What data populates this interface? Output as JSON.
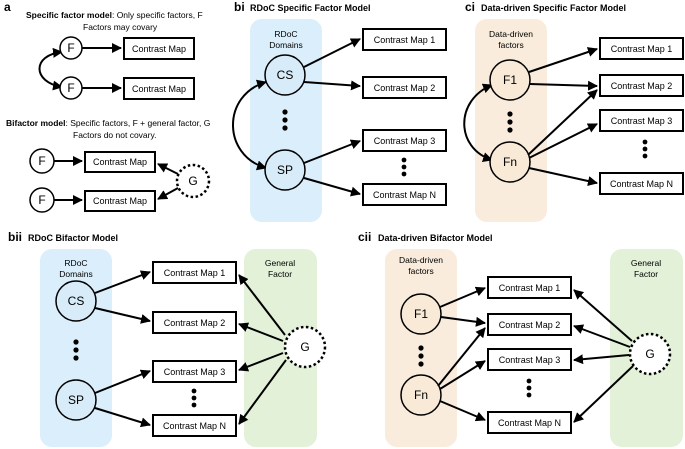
{
  "panel_a": {
    "label": "a",
    "specific_title": "Specific factor model",
    "specific_desc_1": ": Only specific factors, F",
    "specific_desc_2": "Factors may covary",
    "bifactor_title": "Bifactor model",
    "bifactor_desc_1": ": Specific factors, F + general factor, G",
    "bifactor_desc_2": "Factors do not covary.",
    "node_f": "F",
    "node_g": "G",
    "box": "Contrast Map"
  },
  "panel_bi": {
    "label": "bi",
    "title": "RDoC Specific Factor Model",
    "band_line1": "RDoC",
    "band_line2": "Domains",
    "node_top": "CS",
    "node_bottom": "SP",
    "boxes": [
      "Contrast Map 1",
      "Contrast Map 2",
      "Contrast Map 3",
      "Contrast Map N"
    ]
  },
  "panel_ci": {
    "label": "ci",
    "title": "Data-driven Specific Factor Model",
    "band_line1": "Data-driven",
    "band_line2": "factors",
    "node_top": "F1",
    "node_bottom": "Fn",
    "boxes": [
      "Contrast Map 1",
      "Contrast Map 2",
      "Contrast Map 3",
      "Contrast Map N"
    ]
  },
  "panel_bii": {
    "label": "bii",
    "title": "RDoC Bifactor Model",
    "band_line1": "RDoC",
    "band_line2": "Domains",
    "node_top": "CS",
    "node_bottom": "SP",
    "general_line1": "General",
    "general_line2": "Factor",
    "node_g": "G",
    "boxes": [
      "Contrast Map 1",
      "Contrast Map 2",
      "Contrast Map 3",
      "Contrast Map N"
    ]
  },
  "panel_cii": {
    "label": "cii",
    "title": "Data-driven Bifactor Model",
    "band_line1": "Data-driven",
    "band_line2": "factors",
    "node_top": "F1",
    "node_bottom": "Fn",
    "general_line1": "General",
    "general_line2": "Factor",
    "node_g": "G",
    "boxes": [
      "Contrast Map 1",
      "Contrast Map 2",
      "Contrast Map 3",
      "Contrast Map N"
    ]
  },
  "colors": {
    "rdoc_band": "#dbeefb",
    "data_driven_band": "#f9ecdc",
    "general_band": "#e3f1d8"
  }
}
